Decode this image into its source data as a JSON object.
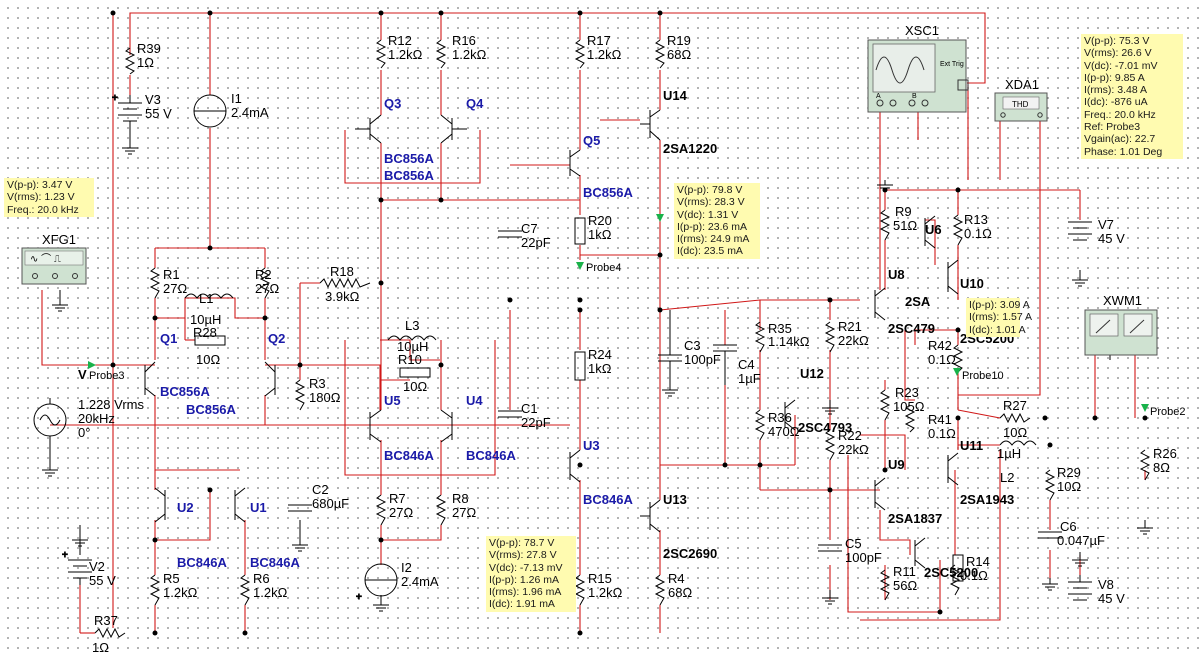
{
  "components": [
    {
      "id": "R39",
      "ref": "R39",
      "value": "1Ω"
    },
    {
      "id": "V3",
      "ref": "V3",
      "value": "55 V"
    },
    {
      "id": "I1",
      "ref": "I1",
      "value": "2.4mA"
    },
    {
      "id": "R12",
      "ref": "R12",
      "value": "1.2kΩ"
    },
    {
      "id": "R16",
      "ref": "R16",
      "value": "1.2kΩ"
    },
    {
      "id": "R17",
      "ref": "R17",
      "value": "1.2kΩ"
    },
    {
      "id": "R19",
      "ref": "R19",
      "value": "68Ω"
    },
    {
      "id": "Q3",
      "ref": "Q3",
      "value": "BC856A"
    },
    {
      "id": "Q4",
      "ref": "Q4",
      "value": "BC856A"
    },
    {
      "id": "Q5",
      "ref": "Q5",
      "value": "BC856A"
    },
    {
      "id": "U14",
      "ref": "U14",
      "value": "2SA1220"
    },
    {
      "id": "R20",
      "ref": "R20",
      "value": "1kΩ"
    },
    {
      "id": "C7",
      "ref": "C7",
      "value": "22pF"
    },
    {
      "id": "R1",
      "ref": "R1",
      "value": "27Ω"
    },
    {
      "id": "R2",
      "ref": "R2",
      "value": "27Ω"
    },
    {
      "id": "L1",
      "ref": "L1",
      "value": "10µH"
    },
    {
      "id": "R28",
      "ref": "R28",
      "value": "10Ω"
    },
    {
      "id": "R18",
      "ref": "R18",
      "value": "3.9kΩ"
    },
    {
      "id": "Q1",
      "ref": "Q1",
      "value": "BC856A"
    },
    {
      "id": "Q2",
      "ref": "Q2",
      "value": "BC856A"
    },
    {
      "id": "R3",
      "ref": "R3",
      "value": "180Ω"
    },
    {
      "id": "L3",
      "ref": "L3",
      "value": "10µH"
    },
    {
      "id": "R10",
      "ref": "R10",
      "value": "10Ω"
    },
    {
      "id": "U5",
      "ref": "U5",
      "value": "BC846A"
    },
    {
      "id": "U4",
      "ref": "U4",
      "value": "BC846A"
    },
    {
      "id": "C1",
      "ref": "C1",
      "value": "22pF"
    },
    {
      "id": "R24",
      "ref": "R24",
      "value": "1kΩ"
    },
    {
      "id": "U3",
      "ref": "U3",
      "value": "BC846A"
    },
    {
      "id": "C3",
      "ref": "C3",
      "value": "100pF"
    },
    {
      "id": "C4",
      "ref": "C4",
      "value": "1µF"
    },
    {
      "id": "R35",
      "ref": "R35",
      "value": "1.14kΩ"
    },
    {
      "id": "R36",
      "ref": "R36",
      "value": "470Ω"
    },
    {
      "id": "U12",
      "ref": "U12",
      "value": "2SC4793"
    },
    {
      "id": "R21",
      "ref": "R21",
      "value": "22kΩ"
    },
    {
      "id": "R22",
      "ref": "R22",
      "value": "22kΩ"
    },
    {
      "id": "C2",
      "ref": "C2",
      "value": "680µF"
    },
    {
      "id": "R7",
      "ref": "R7",
      "value": "27Ω"
    },
    {
      "id": "R8",
      "ref": "R8",
      "value": "27Ω"
    },
    {
      "id": "I2",
      "ref": "I2",
      "value": "2.4mA"
    },
    {
      "id": "U2",
      "ref": "U2",
      "value": "BC846A"
    },
    {
      "id": "U1",
      "ref": "U1",
      "value": "BC846A"
    },
    {
      "id": "V2",
      "ref": "V2",
      "value": "55 V"
    },
    {
      "id": "R5",
      "ref": "R5",
      "value": "1.2kΩ"
    },
    {
      "id": "R6",
      "ref": "R6",
      "value": "1.2kΩ"
    },
    {
      "id": "R37",
      "ref": "R37",
      "value": "1Ω"
    },
    {
      "id": "R15",
      "ref": "R15",
      "value": "1.2kΩ"
    },
    {
      "id": "R4",
      "ref": "R4",
      "value": "68Ω"
    },
    {
      "id": "U13",
      "ref": "U13",
      "value": "2SC2690"
    },
    {
      "id": "R9",
      "ref": "R9",
      "value": "51Ω"
    },
    {
      "id": "R13",
      "ref": "R13",
      "value": "0.1Ω"
    },
    {
      "id": "U6",
      "ref": "U6",
      "value": ""
    },
    {
      "id": "U8",
      "ref": "U8",
      "value": ""
    },
    {
      "id": "U10",
      "ref": "U10",
      "value": "2SC5200"
    },
    {
      "id": "R42",
      "ref": "R42",
      "value": "0.1Ω"
    },
    {
      "id": "R23",
      "ref": "R23",
      "value": "105Ω"
    },
    {
      "id": "R41",
      "ref": "R41",
      "value": "0.1Ω"
    },
    {
      "id": "R27",
      "ref": "R27",
      "value": "10Ω"
    },
    {
      "id": "L2",
      "ref": "L2",
      "value": "1µH"
    },
    {
      "id": "R29",
      "ref": "R29",
      "value": "10Ω"
    },
    {
      "id": "C6",
      "ref": "C6",
      "value": "0.047µF"
    },
    {
      "id": "U9",
      "ref": "U9",
      "value": "2SA1837"
    },
    {
      "id": "U11",
      "ref": "U11",
      "value": "2SA1943"
    },
    {
      "id": "C5",
      "ref": "C5",
      "value": "100pF"
    },
    {
      "id": "R11",
      "ref": "R11",
      "value": "56Ω"
    },
    {
      "id": "R14",
      "ref": "R14",
      "value": "0.1Ω"
    },
    {
      "id": "V7",
      "ref": "V7",
      "value": "45 V"
    },
    {
      "id": "V8",
      "ref": "V8",
      "value": "45 V"
    },
    {
      "id": "R26",
      "ref": "R26",
      "value": "8Ω"
    }
  ],
  "extra_labels": {
    "sa": "2SA",
    "sc4793": "2SC4793",
    "sc479": "2SC479",
    "sc5200": "2SC5200",
    "sa1837": "2SA1837"
  },
  "source": {
    "ref": "",
    "amplitude": "1.228 Vrms",
    "freq": "20kHz",
    "phase": "0°"
  },
  "instruments": {
    "xsc1": "XSC1",
    "xda1": "XDA1",
    "thd": "THD",
    "xwm1": "XWM1",
    "xfg1": "XFG1",
    "ext_trig": "Ext Trig",
    "a": "A",
    "b": "B"
  },
  "probes": {
    "probe3": "Probe3",
    "probe4": "Probe4",
    "probe10": "Probe10",
    "probe2": "Probe2",
    "v": "V"
  },
  "measurements": {
    "probe3": [
      "V(p-p): 3.47 V",
      "V(rms): 1.23 V",
      "Freq.: 20.0 kHz"
    ],
    "probe4": [
      "V(p-p): 79.8 V",
      "V(rms): 28.3 V",
      "V(dc): 1.31 V",
      "I(p-p): 23.6 mA",
      "I(rms): 24.9 mA",
      "I(dc): 23.5 mA"
    ],
    "probe2": [
      "V(p-p): 75.3 V",
      "V(rms): 26.6 V",
      "V(dc): -7.01 mV",
      "I(p-p): 9.85 A",
      "I(rms): 3.48 A",
      "I(dc): -876 uA",
      "Freq.: 20.0 kHz",
      "Ref: Probe3",
      "Vgain(ac): 22.7",
      "Phase: 1.01 Deg"
    ],
    "probe10": [
      "I(p-p): 3.09 A",
      "I(rms): 1.57 A",
      "I(dc): 1.01 A"
    ],
    "low": [
      "V(p-p): 78.7 V",
      "V(rms): 27.8 V",
      "V(dc): -7.13 mV",
      "I(p-p): 1.26 mA",
      "I(rms): 1.96 mA",
      "I(dc): 1.91 mA"
    ]
  }
}
